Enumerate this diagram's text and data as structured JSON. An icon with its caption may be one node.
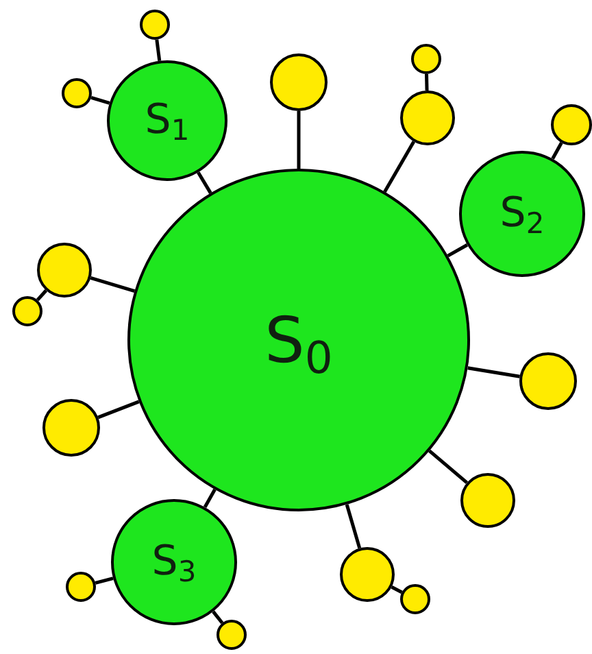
{
  "diagram": {
    "nodes": [
      {
        "text": [
          "S$_{0}$"
        ]
      },
      {
        "text": [
          "S$_{1}$"
        ]
      },
      {
        "text": [
          "S$_{2}$"
        ]
      },
      {
        "text": [
          "S$_{3}$"
        ]
      },
      {
        "text": [],
        "shape": "circle"
      },
      {
        "text": [],
        "shape": "circle"
      },
      {
        "text": [],
        "shape": "circle"
      },
      {
        "text": [],
        "shape": "circle"
      },
      {
        "text": [],
        "shape": "circle"
      },
      {
        "text": [],
        "shape": "circle"
      },
      {
        "text": [],
        "shape": "circle"
      },
      {
        "text": [],
        "shape": "circle"
      },
      {
        "text": [],
        "shape": "circle"
      },
      {
        "text": [],
        "shape": "circle"
      },
      {
        "text": [],
        "shape": "circle"
      },
      {
        "text": [],
        "shape": "circle"
      },
      {
        "text": [],
        "shape": "circle"
      },
      {
        "text": [],
        "shape": "circle"
      },
      {
        "text": [],
        "shape": "circle"
      }
    ],
    "edges": [
      {
        "from": 1,
        "to": 0,
        "arrow": "none"
      },
      {
        "from": 2,
        "to": 0,
        "arrow": "none"
      },
      {
        "from": 3,
        "to": 0,
        "arrow": "none"
      },
      {
        "from": 4,
        "to": 1,
        "arrow": "none"
      },
      {
        "from": 7,
        "to": 1,
        "arrow": "none"
      },
      {
        "from": 6,
        "to": 0,
        "arrow": "none"
      },
      {
        "from": 8,
        "to": 0,
        "arrow": "none"
      },
      {
        "from": 5,
        "to": 8,
        "arrow": "none"
      },
      {
        "from": 9,
        "to": 2,
        "arrow": "none"
      },
      {
        "from": 10,
        "to": 0,
        "arrow": "none"
      },
      {
        "from": 11,
        "to": 10,
        "arrow": "none"
      },
      {
        "from": 12,
        "to": 0,
        "arrow": "none"
      },
      {
        "from": 13,
        "to": 0,
        "arrow": "none"
      },
      {
        "from": 14,
        "to": 0,
        "arrow": "none"
      },
      {
        "from": 15,
        "to": 0,
        "arrow": "none"
      },
      {
        "from": 17,
        "to": 15,
        "arrow": "none"
      },
      {
        "from": 16,
        "to": 3,
        "arrow": "none"
      },
      {
        "from": 18,
        "to": 3,
        "arrow": "none"
      }
    ]
  }
}
